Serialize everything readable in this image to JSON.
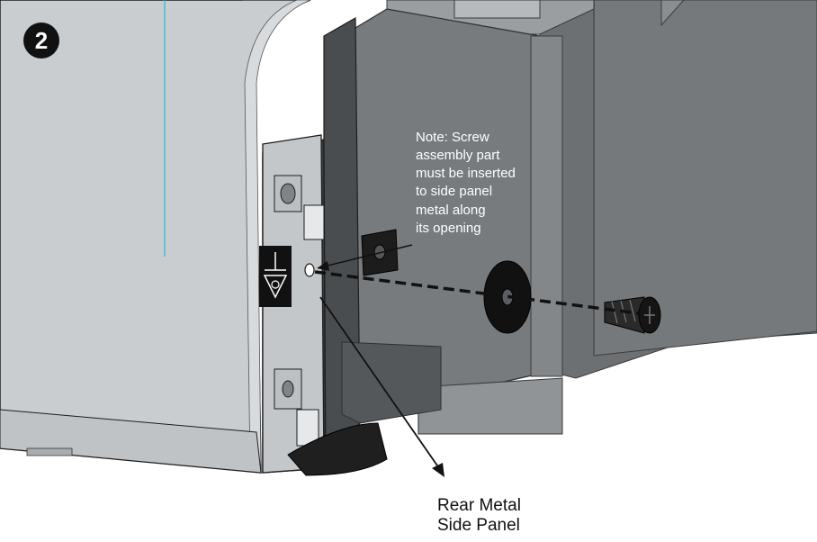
{
  "step_badge": "2",
  "note": {
    "lines": [
      "Note: Screw",
      "assembly part",
      "must be inserted",
      "to side panel",
      "metal along",
      "its opening"
    ]
  },
  "callout": {
    "lines": [
      "Rear Metal",
      "Side Panel"
    ]
  },
  "colors": {
    "left_housing": "#c9cdd0",
    "right_housing": "#6e7174",
    "outline": "#1e1e1e",
    "cyan_edge": "#29b6e8"
  }
}
